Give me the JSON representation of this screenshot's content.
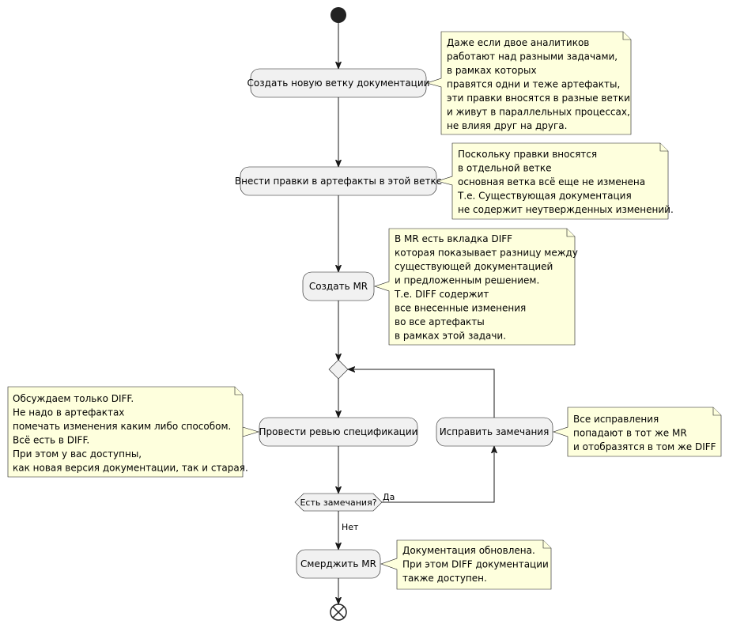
{
  "nodes": {
    "create_branch": "Создать новую ветку документации",
    "edit_artifacts": "Внести правки в артефакты в этой ветке",
    "create_mr": "Создать MR",
    "review_spec": "Провести ревью спецификации",
    "fix_remarks": "Исправить замечания",
    "remarks_question": "Есть замечания?",
    "merge_mr": "Смерджить MR"
  },
  "edge_labels": {
    "yes": "Да",
    "no": "Нет"
  },
  "notes": {
    "branch_note": [
      "Даже если двое аналитиков",
      "работают над разными задачами,",
      "в рамках которых",
      "правятся одни и теже артефакты,",
      "эти правки вносятся в разные ветки",
      "и живут в параллельных процессах,",
      "не влияя друг на друга."
    ],
    "edit_note": [
      "Поскольку правки вносятся",
      "в отдельной ветке",
      "основная ветка всё еще не изменена",
      "Т.е. Существующая документация",
      "не содержит неутвержденных изменений."
    ],
    "mr_note": [
      "В MR есть вкладка DIFF",
      "которая показывает разницу между",
      "существующей документацией",
      "и предложенным решением.",
      "Т.е. DIFF содержит",
      "все внесенные изменения",
      "во все артефакты",
      "в рамках этой задачи."
    ],
    "review_note": [
      "Обсуждаем только DIFF.",
      "Не надо в артефактах",
      "помечать изменения каким либо способом.",
      "Всё есть в DIFF.",
      "При этом у вас доступны,",
      "как новая версия документации, так и старая."
    ],
    "fix_note": [
      "Все исправления",
      "попадают в тот же MR",
      "и отобразятся в том же DIFF"
    ],
    "merge_note": [
      "Документация обновлена.",
      "При этом DIFF документации",
      "также доступен."
    ]
  }
}
